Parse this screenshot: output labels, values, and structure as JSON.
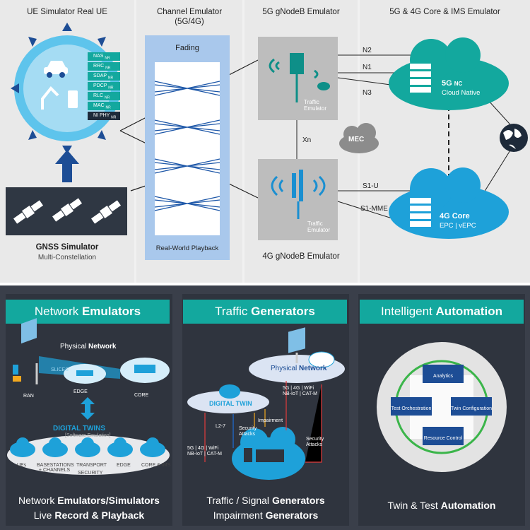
{
  "top": {
    "ue_title": "UE Simulator Real UE",
    "channel_title_l1": "Channel Emulator",
    "channel_title_l2": "(5G/4G)",
    "gnb5g_title": "5G gNodeB Emulator",
    "core_title": "5G & 4G Core & IMS Emulator",
    "fading": "Fading",
    "real_world": "Real-World Playback",
    "gnss_title": "GNSS Simulator",
    "gnss_sub": "Multi-Constellation",
    "gnb4g_title": "4G gNodeB Emulator",
    "traffic_emulator_l1": "Traffic",
    "traffic_emulator_l2": "Emulator",
    "xn": "Xn",
    "mec": "MEC",
    "n2": "N2",
    "n1": "N1",
    "n3": "N3",
    "s1u": "S1-U",
    "s1mme": "S1-MME",
    "core5g_l1": "5G",
    "core5g_sub": "NC",
    "core5g_l2": "Cloud Native",
    "core4g_l1": "4G Core",
    "core4g_l2": "EPC  |  vEPC",
    "stack": [
      {
        "name": "NAS",
        "sub": "NR"
      },
      {
        "name": "RRC",
        "sub": "NR"
      },
      {
        "name": "SDAP",
        "sub": "NR"
      },
      {
        "name": "PDCP",
        "sub": "NR"
      },
      {
        "name": "RLC",
        "sub": "NR"
      },
      {
        "name": "MAC",
        "sub": "NR"
      },
      {
        "name": "NI PHY",
        "sub": "NR"
      }
    ]
  },
  "panels": {
    "ne_title_a": "Network ",
    "ne_title_b": "Emulators",
    "tg_title_a": "Traffic ",
    "tg_title_b": "Generators",
    "ia_title_a": "Intelligent ",
    "ia_title_b": "Automation",
    "ne_cap1_a": "Network ",
    "ne_cap1_b": "Emulators/Simulators",
    "ne_cap2_a": "Live ",
    "ne_cap2_b": "Record & Playback",
    "tg_cap1_a": "Traffic / Signal ",
    "tg_cap1_b": "Generators",
    "tg_cap2_a": "Impairment ",
    "tg_cap2_b": "Generators",
    "ia_cap_a": "Twin & Test ",
    "ia_cap_b": "Automation"
  },
  "ne": {
    "physical_a": "Physical ",
    "physical_b": "Network",
    "ran": "RAN",
    "edge": "EDGE",
    "core": "CORE",
    "slices": "SLICES",
    "digital_twins": "DIGITAL TWINS",
    "software_emulation": "[Software Emulation]",
    "ues": "UEs",
    "basestations": "BASESTATIONS + CHANNELS",
    "transport": "TRANSPORT",
    "edge2": "EDGE",
    "core_ims": "CORE & IMS",
    "security": "SECURITY"
  },
  "tg": {
    "physical_a": "Physical ",
    "physical_b": "Network",
    "digital_twin": "DIGITAL TWIN",
    "tech1": "5G | 4G | WiFi",
    "tech2": "NB-IoT | CAT-M",
    "l27": "L2-7",
    "impairment": "Impairment",
    "security_attacks_l1": "Security",
    "security_attacks_l2": "Attacks"
  },
  "ia": {
    "analytics": "Analytics",
    "test_orchestration": "Test Orchestration",
    "twin_configuration": "Twin Configuration",
    "resource_control": "Resource Control"
  },
  "colors": {
    "teal": "#13a89e",
    "blue_cloud": "#1ea1d9",
    "fading_blue": "#a9c8ec",
    "grey_box": "#bdbdbd",
    "dark_bg": "#3a3f4a"
  }
}
